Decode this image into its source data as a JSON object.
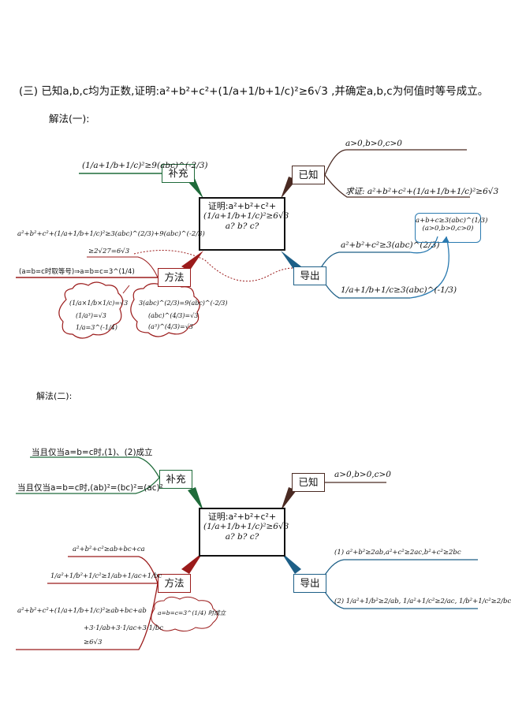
{
  "header": {
    "problem": "(三) 已知a,b,c均为正数,证明:a²+b²+c²+(1/a+1/b+1/c)²≥6√3 ,并确定a,b,c为何值时等号成立。"
  },
  "method1": {
    "heading": "解法(一):",
    "center": {
      "line1": "证明:a²+b²+c²+",
      "line2": "(1/a+1/b+1/c)²≥6√3",
      "line3": "a?  b?  c?"
    },
    "nodes": {
      "supplement": "补充",
      "known": "已知",
      "derive": "导出",
      "method": "方法"
    },
    "known_items": [
      "a>0,b>0,c>0",
      "求证: a²+b²+c²+(1/a+1/b+1/c)²≥6√3"
    ],
    "derive_items": [
      "a²+b²+c²≥3(abc)^(2/3)",
      "1/a+1/b+1/c≥3(abc)^(-1/3)"
    ],
    "note_box": {
      "line1": "a+b+c≥3(abc)^(1/3)",
      "line2": "(a>0,b>0,c>0)"
    },
    "supplement_items": [
      "(1/a+1/b+1/c)²≥9(abc)^(-2/3)"
    ],
    "method_items": [
      "a²+b²+c²+(1/a+1/b+1/c)²≥3(abc)^(2/3)+9(abc)^(-2/3)",
      "≥2√27=6√3",
      "(a=b=c时取等号)⇒a=b=c=3^(1/4)"
    ],
    "cloud_left": [
      "(1/a×1/b×1/c)=√3",
      "(1/a³)=√3",
      "1/a=3^(-1/4)"
    ],
    "cloud_right": [
      "3(abc)^(2/3)=9(abc)^(-2/3)",
      "(abc)^(4/3)=√3",
      "(a³)^(4/3)=√3"
    ]
  },
  "method2": {
    "heading": "解法(二):",
    "center": {
      "line1": "证明:a²+b²+c²+",
      "line2": "(1/a+1/b+1/c)²≥6√3",
      "line3": "a?  b?  c?"
    },
    "nodes": {
      "supplement": "补充",
      "known": "已知",
      "derive": "导出",
      "method": "方法"
    },
    "known_items": [
      "a>0,b>0,c>0"
    ],
    "supplement_items": [
      "当且仅当a=b=c时,(1)、(2)成立",
      "当且仅当a=b=c时,(ab)²=(bc)²=(ac)²"
    ],
    "derive_items": [
      "(1) a²+b²≥2ab,a²+c²≥2ac,b²+c²≥2bc",
      "(2) 1/a²+1/b²≥2/ab, 1/a²+1/c²≥2/ac, 1/b²+1/c²≥2/bc"
    ],
    "method_items": [
      "a²+b²+c²≥ab+bc+ca",
      "1/a²+1/b²+1/c²≥1/ab+1/ac+1/bc",
      "a²+b²+c²+(1/a+1/b+1/c)²≥ab+bc+ab",
      "+3·1/ab+3·1/ac+3·1/bc",
      "≥6√3"
    ],
    "cloud": "a=b=c=3^(1/4) 时成立"
  },
  "colors": {
    "supplement": "#1f6b3a",
    "known": "#4a2a22",
    "derive": "#1d5f87",
    "method": "#9b1b1b",
    "arrow": "#2a7ab0"
  }
}
